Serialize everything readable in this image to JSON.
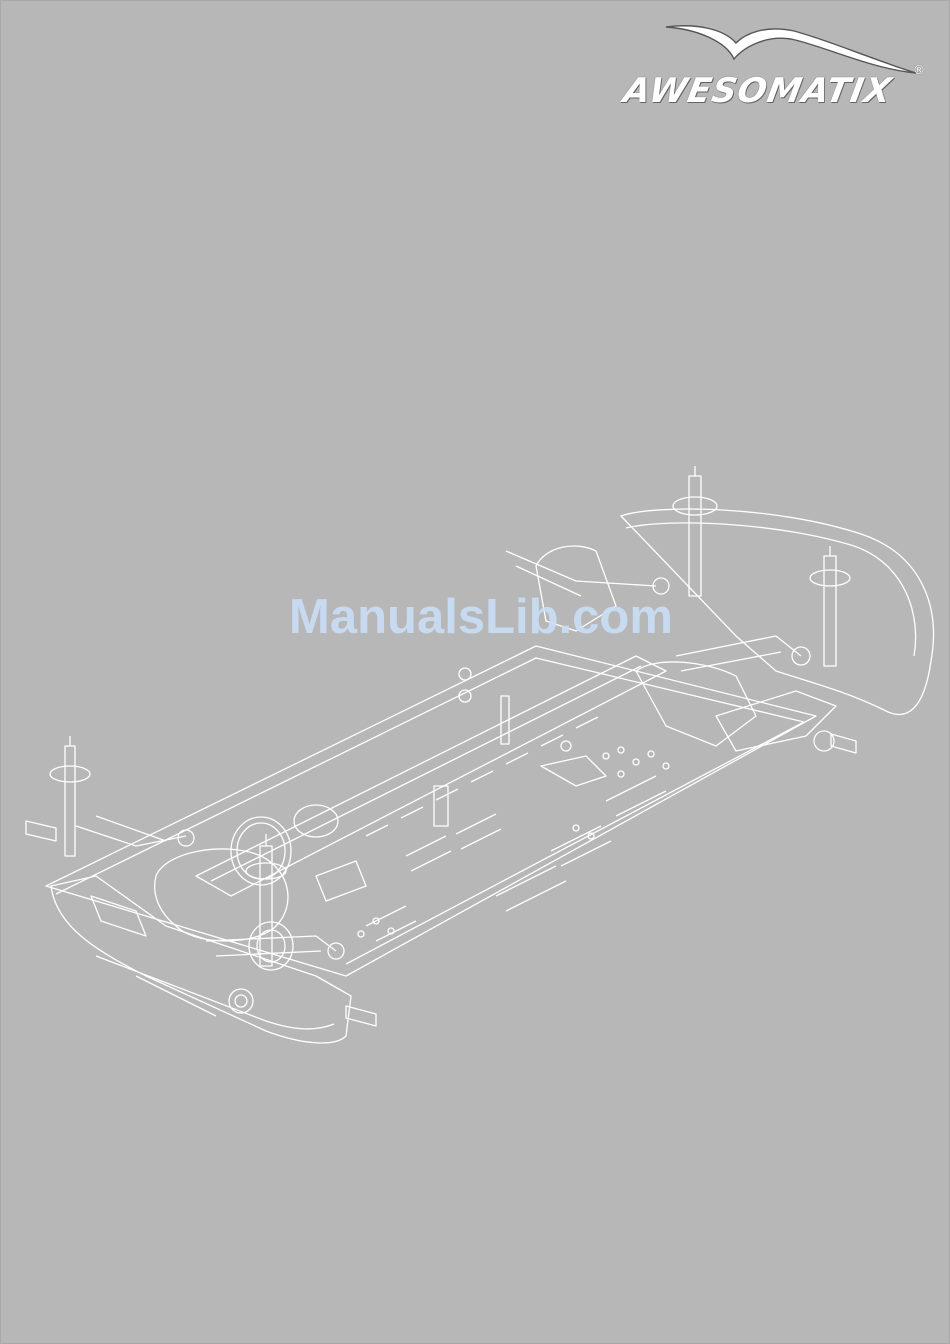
{
  "cover": {
    "background_color": "#b7b7b7",
    "line_color": "#ffffff"
  },
  "brand": {
    "name": "AWESOMATIX",
    "trademark": "®"
  },
  "watermark": {
    "text": "ManualsLib.com",
    "color": "#c9ddf5"
  },
  "illustration": {
    "subject": "rc-car-chassis-line-drawing"
  }
}
